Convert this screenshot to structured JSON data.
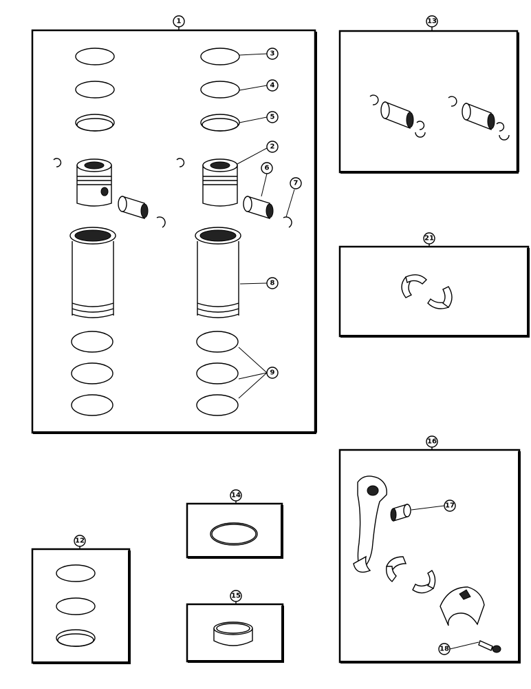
{
  "kits": [
    {
      "id": "kit-1",
      "label": "1"
    },
    {
      "id": "kit-13",
      "label": "13"
    },
    {
      "id": "kit-21",
      "label": "21"
    },
    {
      "id": "kit-16",
      "label": "16"
    },
    {
      "id": "kit-14",
      "label": "14"
    },
    {
      "id": "kit-12",
      "label": "12"
    },
    {
      "id": "kit-15",
      "label": "15"
    }
  ],
  "callouts": [
    {
      "label": "3"
    },
    {
      "label": "4"
    },
    {
      "label": "5"
    },
    {
      "label": "2"
    },
    {
      "label": "6"
    },
    {
      "label": "7"
    },
    {
      "label": "8"
    },
    {
      "label": "9"
    },
    {
      "label": "17"
    },
    {
      "label": "18"
    }
  ]
}
